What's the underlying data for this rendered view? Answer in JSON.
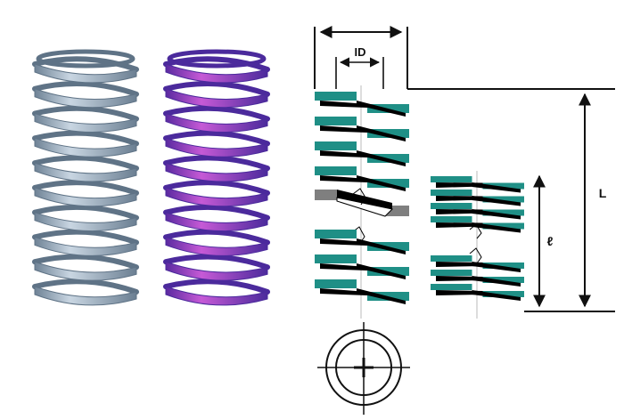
{
  "labels": {
    "inner_diameter": "ID",
    "free_length": "L",
    "compressed_length": "ℓ"
  },
  "colors": {
    "spring_gray": "#9fb1c3",
    "spring_gray_dark": "#5f7386",
    "spring_purple": "#9b2fb0",
    "spring_purple_dark": "#4b2a9c",
    "section_teal": "#1f8f86",
    "section_black": "#000000",
    "section_gray": "#7f7f7f",
    "dimension_line": "#111111"
  },
  "icons": {
    "gray_spring": "coil-spring-icon",
    "purple_spring": "coil-spring-icon",
    "end_view": "spring-end-view-icon"
  }
}
